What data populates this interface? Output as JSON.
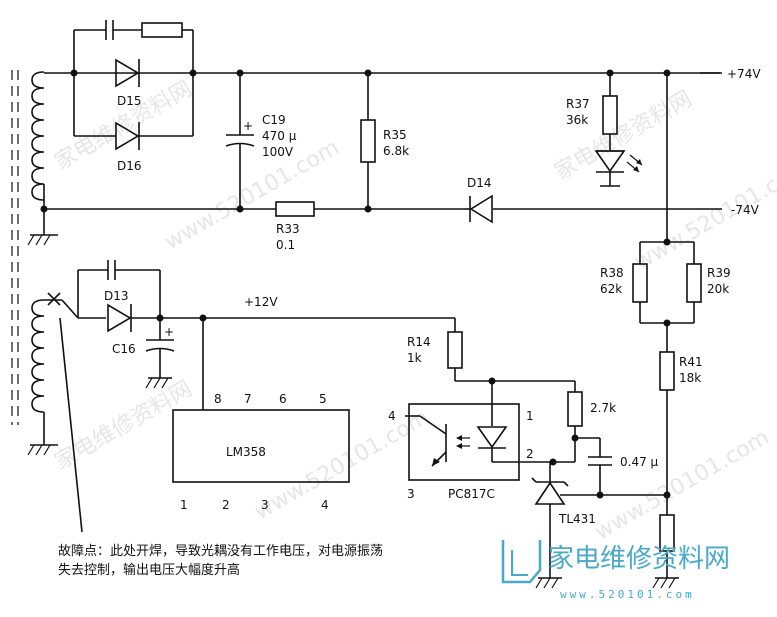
{
  "rails": {
    "pos_74v": "+74V",
    "neg_74v": "-74V",
    "pos_12v": "+12V"
  },
  "components": {
    "d15": "D15",
    "d16": "D16",
    "d13": "D13",
    "d14": "D14",
    "c19_name": "C19",
    "c19_value": "470 μ",
    "c19_voltage": "100V",
    "c16": "C16",
    "r35_name": "R35",
    "r35_value": "6.8k",
    "r33_name": "R33",
    "r33_value": "0.1",
    "r37_name": "R37",
    "r37_value": "36k",
    "r38_name": "R38",
    "r38_value": "62k",
    "r39_name": "R39",
    "r39_value": "20k",
    "r41_name": "R41",
    "r41_value": "18k",
    "r14_name": "R14",
    "r14_value": "1k",
    "r_2k7": "2.7k",
    "c_047": "0.47 μ",
    "lm358": "LM358",
    "pc817": "PC817C",
    "tl431": "TL431"
  },
  "lm358_pins": {
    "p8": "8",
    "p7": "7",
    "p6": "6",
    "p5": "5",
    "p1": "1",
    "p2": "2",
    "p3": "3",
    "p4": "4"
  },
  "pc817_pins": {
    "p1": "1",
    "p2": "2",
    "p3": "3",
    "p4": "4"
  },
  "fault_note": {
    "line1": "故障点：此处开焊，导致光耦没有工作电压，对电源振荡",
    "line2": "失去控制，输出电压大幅度升高"
  },
  "watermark": {
    "text": "家电维修资料网",
    "url_text": "www.520101.com"
  },
  "brand": {
    "name": "家电维修资料网",
    "url": "www.520101.com"
  },
  "colors": {
    "ink": "#111111",
    "brand": "#4aa8c9"
  }
}
